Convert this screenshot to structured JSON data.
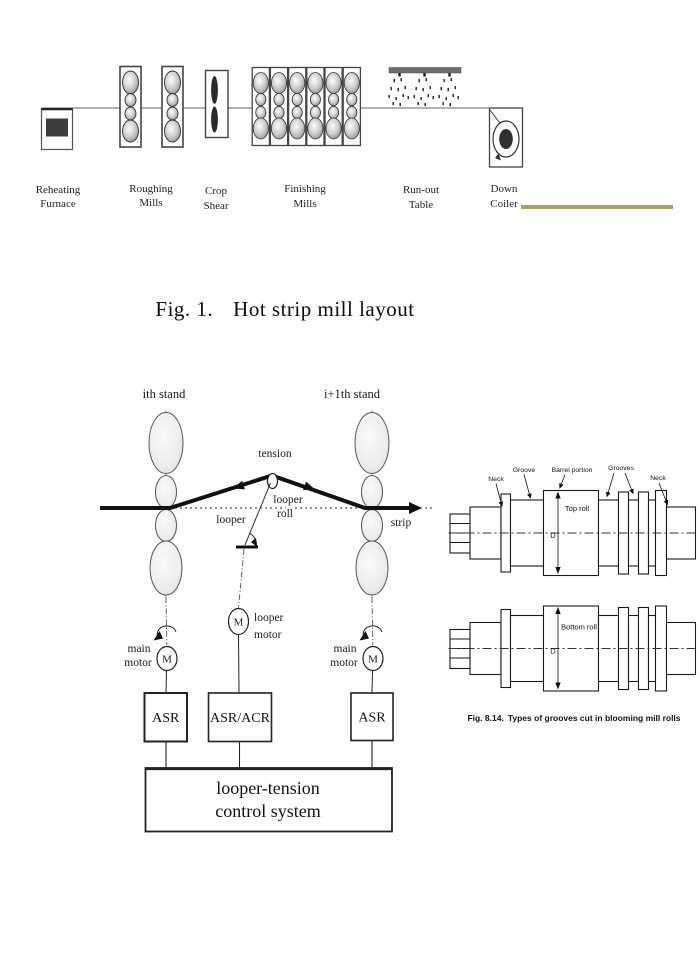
{
  "fig1": {
    "caption_prefix": "Fig. 1.",
    "caption_title": "Hot strip mill layout",
    "stations": {
      "reheating": [
        "Reheating",
        "Furnace"
      ],
      "roughing": [
        "Roughing",
        "Mills"
      ],
      "crop": [
        "Crop",
        "Shear"
      ],
      "finishing": [
        "Finishing",
        "Mills"
      ],
      "runout": [
        "Run-out",
        "Table"
      ],
      "downcoiler": [
        "Down",
        "Coiler"
      ]
    },
    "accent_color": "#a8a06b"
  },
  "fig2": {
    "stand_left": "ith stand",
    "stand_right": "i+1th stand",
    "tension": "tension",
    "looper_roll": [
      "looper",
      "roll"
    ],
    "looper": "looper",
    "strip": "strip",
    "motor_m": "M",
    "looper_motor": [
      "looper",
      "motor"
    ],
    "main_motor": [
      "main",
      "motor"
    ],
    "asr": "ASR",
    "asr_acr": "ASR/ACR",
    "control_box": [
      "looper-tension",
      "control system"
    ]
  },
  "fig3": {
    "neck_left": "Neck",
    "groove": "Groove",
    "barrel": "Barrel portion",
    "grooves": "Grooves",
    "neck_right": "Neck",
    "top_roll": "Top roll",
    "bottom_roll": "Bottom roll",
    "dim": "D",
    "caption_prefix": "Fig. 8.14.",
    "caption_text": "Types of grooves cut in blooming mill rolls"
  }
}
